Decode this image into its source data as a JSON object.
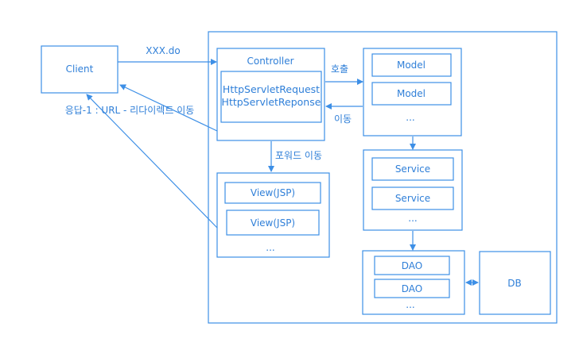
{
  "nodes": {
    "client": "Client",
    "controller": "Controller",
    "servlet_request": "HttpServletRequest",
    "servlet_response": "HttpServletReponse",
    "model_1": "Model",
    "model_2": "Model",
    "model_more": "...",
    "view_1": "View(JSP)",
    "view_2": "View(JSP)",
    "view_more": "...",
    "service_1": "Service",
    "service_2": "Service",
    "service_more": "...",
    "dao_1": "DAO",
    "dao_2": "DAO",
    "dao_more": "...",
    "db": "DB"
  },
  "edges": {
    "request": "XXX.do",
    "call": "호출",
    "return": "이동",
    "forward": "포워드 이동",
    "redirect": "응답-1 : URL - 리다이렉트 이동"
  },
  "colors": {
    "line": "#3d8fe6",
    "text": "#2f7fd8",
    "background": "#ffffff"
  }
}
